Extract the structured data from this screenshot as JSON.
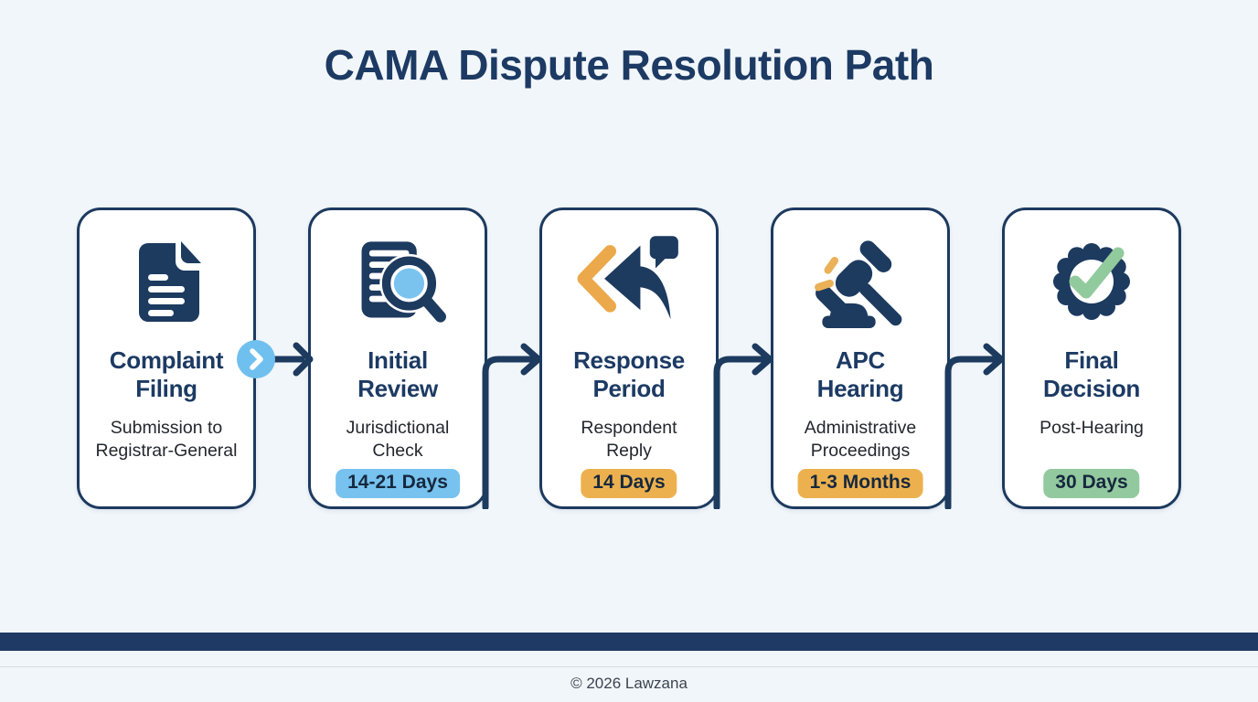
{
  "page": {
    "title": "CAMA Dispute Resolution Path",
    "footer": {
      "copyright": "© 2026 Lawzana"
    }
  },
  "colors": {
    "navy": "#1d3a5f",
    "background": "#f1f6fa",
    "card_background": "#ffffff",
    "accent_blue": "#77c2ee",
    "accent_orange": "#ecb14e",
    "accent_green": "#92c99e",
    "footer_bar": "#1f3a64"
  },
  "steps": [
    {
      "id": "complaint-filing",
      "icon": "document-icon",
      "title_line1": "Complaint",
      "title_line2": "Filing",
      "subtitle_line1": "Submission to",
      "subtitle_line2": "Registrar-General",
      "duration": ""
    },
    {
      "id": "initial-review",
      "icon": "document-search-icon",
      "title_line1": "Initial",
      "title_line2": "Review",
      "subtitle_line1": "Jurisdictional",
      "subtitle_line2": "Check",
      "duration": "14-21 Days",
      "duration_color": "blue"
    },
    {
      "id": "response-period",
      "icon": "reply-arrow-icon",
      "title_line1": "Response",
      "title_line2": "Period",
      "subtitle_line1": "Respondent",
      "subtitle_line2": "Reply",
      "duration": "14 Days",
      "duration_color": "orange"
    },
    {
      "id": "apc-hearing",
      "icon": "gavel-icon",
      "title_line1": "APC",
      "title_line2": "Hearing",
      "subtitle_line1": "Administrative",
      "subtitle_line2": "Proceedings",
      "duration": "1-3 Months",
      "duration_color": "orange"
    },
    {
      "id": "final-decision",
      "icon": "rosette-check-icon",
      "title_line1": "Final",
      "title_line2": "Decision",
      "subtitle_line1": "Post-Hearing",
      "subtitle_line2": "",
      "duration": "30 Days",
      "duration_color": "green"
    }
  ]
}
